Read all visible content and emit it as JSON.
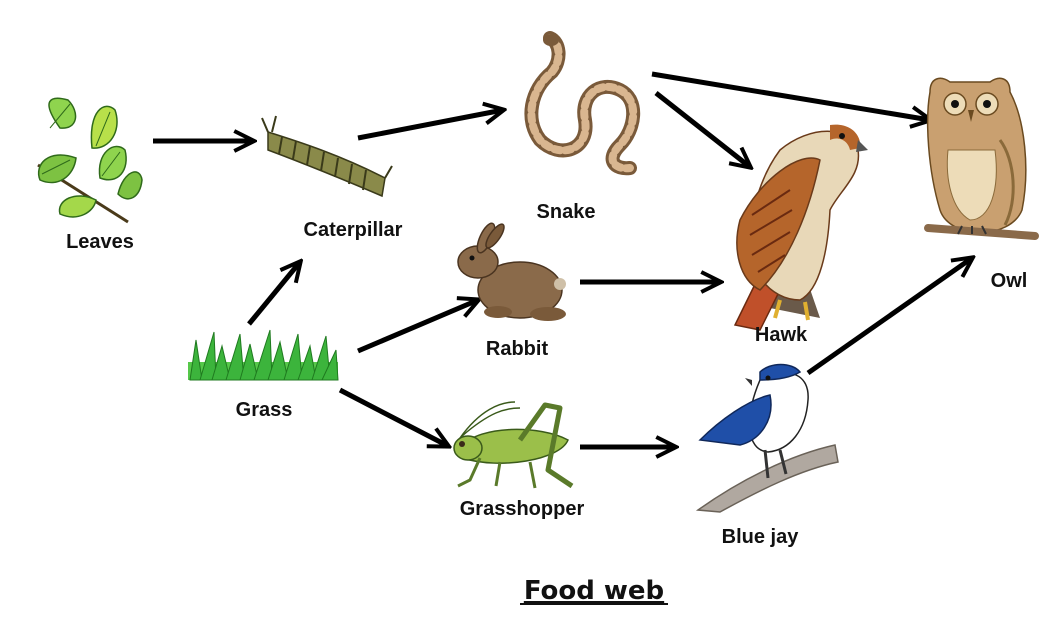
{
  "title": "Food web",
  "organisms": {
    "leaves": {
      "label": "Leaves",
      "icon": "leaves-icon"
    },
    "caterpillar": {
      "label": "Caterpillar",
      "icon": "caterpillar-icon"
    },
    "grass": {
      "label": "Grass",
      "icon": "grass-icon"
    },
    "snake": {
      "label": "Snake",
      "icon": "snake-icon"
    },
    "rabbit": {
      "label": "Rabbit",
      "icon": "rabbit-icon"
    },
    "grasshopper": {
      "label": "Grasshopper",
      "icon": "grasshopper-icon"
    },
    "hawk": {
      "label": "Hawk",
      "icon": "hawk-icon"
    },
    "bluejay": {
      "label": "Blue jay",
      "icon": "blue-jay-icon"
    },
    "owl": {
      "label": "Owl",
      "icon": "owl-icon"
    }
  },
  "links": [
    {
      "from": "Leaves",
      "to": "Caterpillar"
    },
    {
      "from": "Grass",
      "to": "Caterpillar"
    },
    {
      "from": "Caterpillar",
      "to": "Snake"
    },
    {
      "from": "Snake",
      "to": "Owl"
    },
    {
      "from": "Snake",
      "to": "Hawk"
    },
    {
      "from": "Grass",
      "to": "Rabbit"
    },
    {
      "from": "Rabbit",
      "to": "Hawk"
    },
    {
      "from": "Grass",
      "to": "Grasshopper"
    },
    {
      "from": "Grasshopper",
      "to": "Blue jay"
    },
    {
      "from": "Blue jay",
      "to": "Owl"
    }
  ],
  "colors": {
    "arrow": "#000000",
    "leaf_green": "#7dc242",
    "grass_green": "#3cb43c",
    "hawk_brown": "#b5652b",
    "owl_tan": "#c9a070",
    "bluejay_blue": "#1f4fa8"
  }
}
